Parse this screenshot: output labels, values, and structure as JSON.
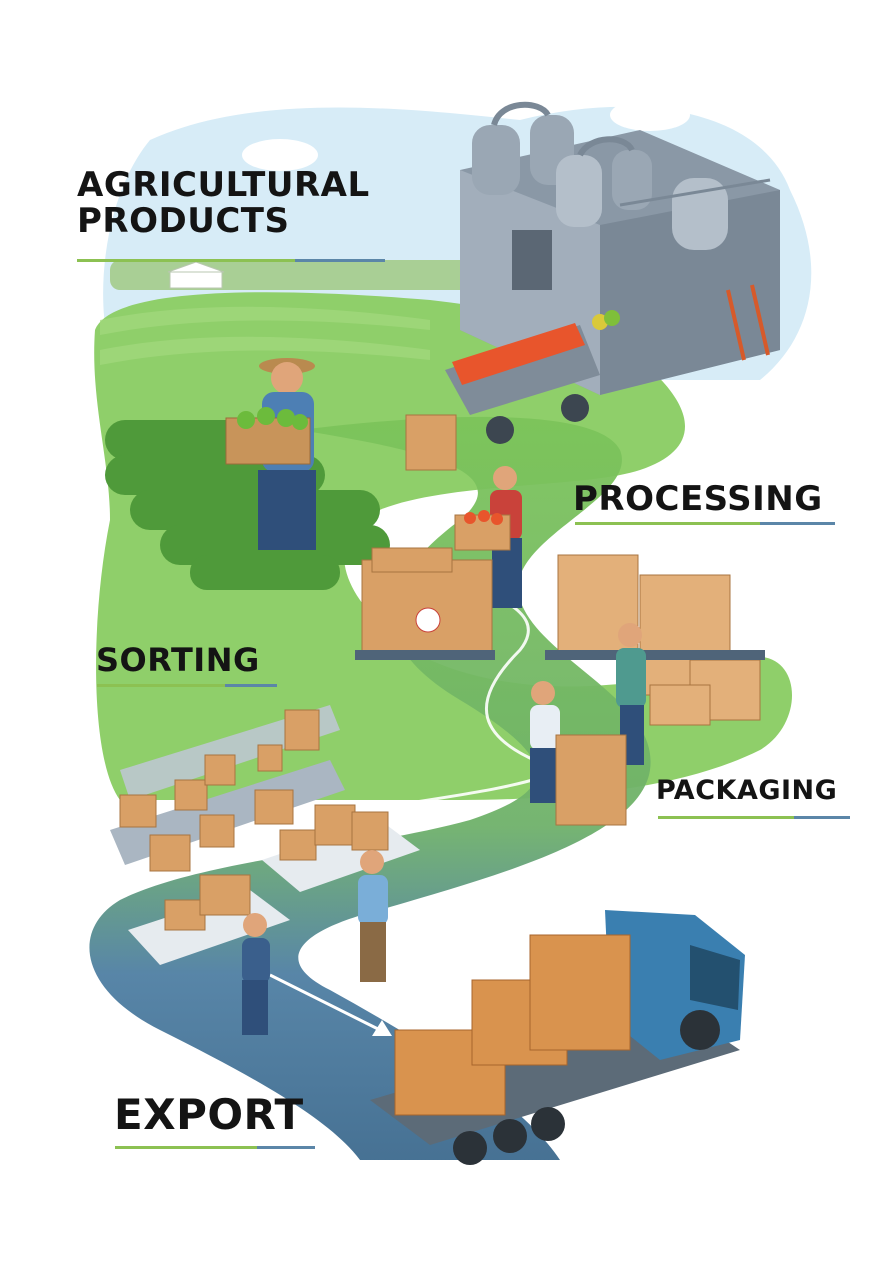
{
  "stages": [
    {
      "key": "agricultural",
      "label_line1": "AGRICULTURAL",
      "label_line2": "PRODUCTS"
    },
    {
      "key": "processing",
      "label": "PROCESSING"
    },
    {
      "key": "sorting",
      "label": "SORTING"
    },
    {
      "key": "packaging",
      "label": "PACKAGING"
    },
    {
      "key": "export",
      "label": "EXPORT"
    }
  ],
  "colors": {
    "underline_green": "#8cc152",
    "underline_blue": "#5b86a8",
    "road_green": "#7cc45a",
    "road_blue": "#4f7fa3",
    "sky": "#cfe8f5",
    "field": "#8fcf6a",
    "box": "#d9a066",
    "truck_cab": "#3a7fb0",
    "factory": "#8a98a6"
  },
  "icons": {
    "factory": "factory-icon",
    "truck": "truck-icon",
    "farmer": "farmer-icon",
    "boxes": "boxes-icon",
    "arrow": "arrow-icon"
  }
}
